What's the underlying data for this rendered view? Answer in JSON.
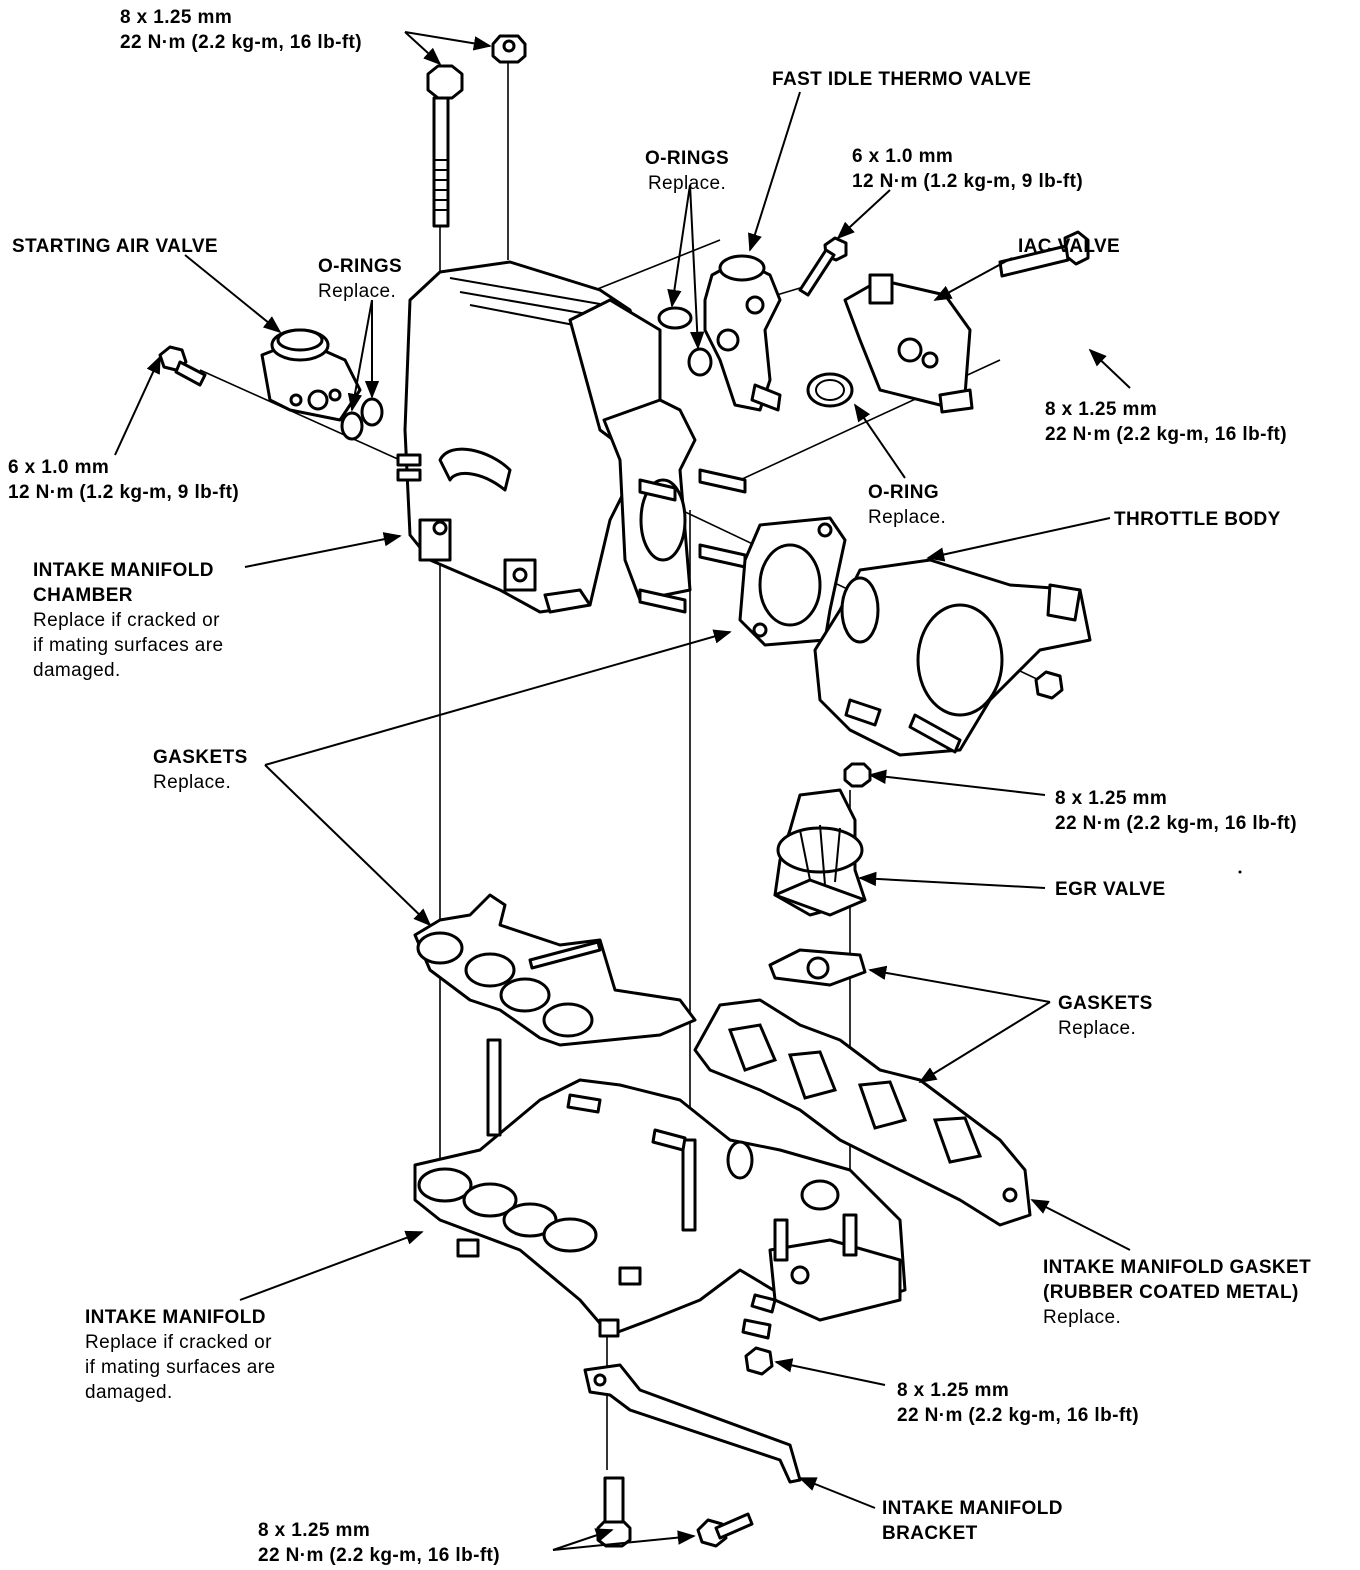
{
  "labels": {
    "bolt_top": {
      "spec": "8 x 1.25 mm",
      "torque": "22 N·m (2.2 kg-m, 16 lb-ft)"
    },
    "fast_idle_thermo_valve": {
      "title": "FAST IDLE THERMO VALVE"
    },
    "orings_top": {
      "title": "O-RINGS",
      "note": "Replace."
    },
    "bolt_6mm_top": {
      "spec": "6 x 1.0 mm",
      "torque": "12 N·m (1.2 kg-m, 9 lb-ft)"
    },
    "starting_air_valve": {
      "title": "STARTING AIR VALVE"
    },
    "orings_left": {
      "title": "O-RINGS",
      "note": "Replace."
    },
    "iac_valve": {
      "title": "IAC VALVE"
    },
    "bolt_iac": {
      "spec": "8 x 1.25 mm",
      "torque": "22 N·m (2.2 kg-m, 16 lb-ft)"
    },
    "bolt_6mm_left": {
      "spec": "6 x 1.0 mm",
      "torque": "12 N·m (1.2 kg-m, 9 lb-ft)"
    },
    "oring_iac": {
      "title": "O-RING",
      "note": "Replace."
    },
    "throttle_body": {
      "title": "THROTTLE BODY"
    },
    "intake_manifold_chamber": {
      "title": "INTAKE MANIFOLD",
      "title2": "CHAMBER",
      "note1": "Replace if cracked or",
      "note2": "if mating surfaces are",
      "note3": "damaged."
    },
    "gaskets_left": {
      "title": "GASKETS",
      "note": "Replace."
    },
    "nut_egr": {
      "spec": "8 x 1.25 mm",
      "torque": "22 N·m (2.2 kg-m, 16 lb-ft)"
    },
    "egr_valve": {
      "title": "EGR VALVE"
    },
    "gaskets_right": {
      "title": "GASKETS",
      "note": "Replace."
    },
    "intake_manifold_gasket": {
      "title": "INTAKE MANIFOLD GASKET",
      "title2": "(RUBBER COATED METAL)",
      "note": "Replace."
    },
    "intake_manifold": {
      "title": "INTAKE MANIFOLD",
      "note1": "Replace if cracked or",
      "note2": "if mating surfaces are",
      "note3": "damaged."
    },
    "nut_manifold": {
      "spec": "8 x 1.25 mm",
      "torque": "22 N·m (2.2 kg-m, 16 lb-ft)"
    },
    "intake_manifold_bracket": {
      "title": "INTAKE MANIFOLD",
      "title2": "BRACKET"
    },
    "bolt_bracket": {
      "spec": "8 x 1.25 mm",
      "torque": "22 N·m (2.2 kg-m, 16 lb-ft)"
    }
  }
}
